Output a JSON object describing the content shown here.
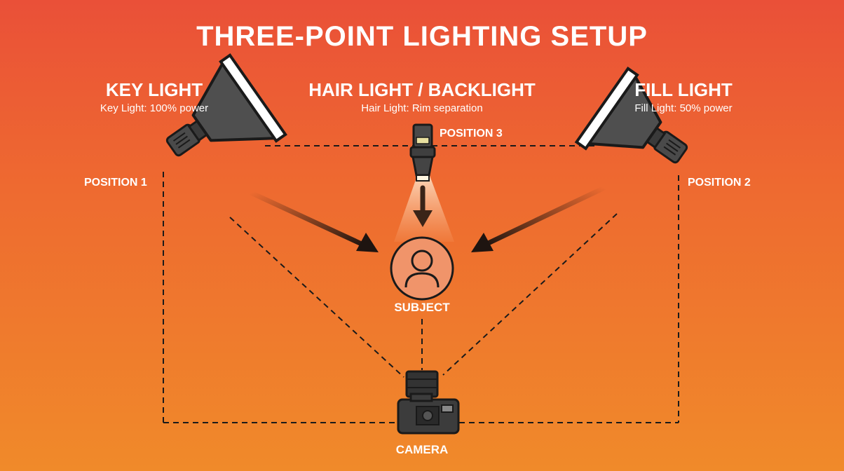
{
  "title": "THREE-POINT LIGHTING SETUP",
  "lights": {
    "key": {
      "title": "KEY LIGHT",
      "subtitle": "Key Light: 100% power",
      "position": "POSITION 1"
    },
    "hair": {
      "title": "HAIR LIGHT / BACKLIGHT",
      "subtitle": "Hair Light: Rim separation",
      "position": "POSITION 3"
    },
    "fill": {
      "title": "FILL LIGHT",
      "subtitle": "Fill Light: 50% power",
      "position": "POSITION 2"
    }
  },
  "subject": {
    "label": "SUBJECT"
  },
  "camera": {
    "label": "CAMERA"
  },
  "icons": {
    "key": "softbox-light-icon",
    "fill": "softbox-light-icon",
    "hair": "spotlight-icon",
    "subject": "person-icon",
    "camera": "dslr-camera-icon"
  },
  "colors": {
    "background_top": "#ea5038",
    "background_bottom": "#f08a2a",
    "equipment": "#3b3b3b",
    "subject_fill": "#f0946a"
  }
}
